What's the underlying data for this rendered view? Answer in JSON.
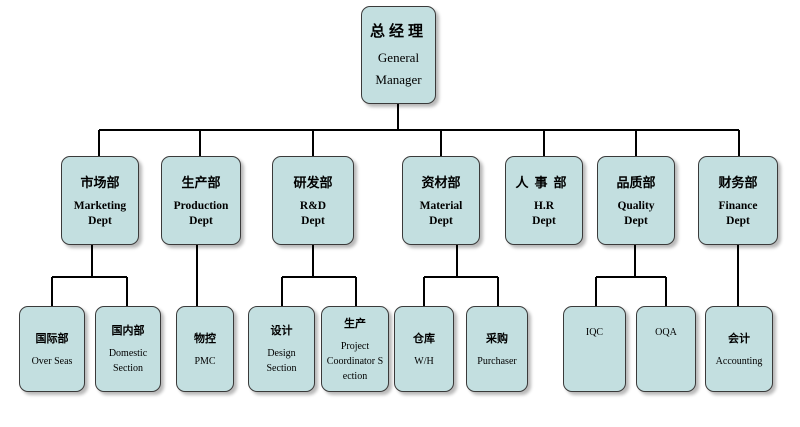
{
  "general_manager": {
    "zh": "总经理",
    "en_line1": "General",
    "en_line2": "Manager"
  },
  "departments": [
    {
      "zh": "市场部",
      "en_line1": "Marketing",
      "en_line2": "Dept"
    },
    {
      "zh": "生产部",
      "en_line1": "Production",
      "en_line2": "Dept"
    },
    {
      "zh": "研发部",
      "en_line1": "R&D",
      "en_line2": "Dept"
    },
    {
      "zh": "资材部",
      "en_line1": "Material",
      "en_line2": "Dept"
    },
    {
      "zh": "人事部",
      "en_line1": "H.R",
      "en_line2": "Dept"
    },
    {
      "zh": "品质部",
      "en_line1": "Quality",
      "en_line2": "Dept"
    },
    {
      "zh": "财务部",
      "en_line1": "Finance",
      "en_line2": "Dept"
    }
  ],
  "sections": [
    {
      "zh": "国际部",
      "en_line1": "Over Seas",
      "en_line2": ""
    },
    {
      "zh": "国内部",
      "en_line1": "Domestic",
      "en_line2": "Section"
    },
    {
      "zh": "物控",
      "en_line1": "PMC",
      "en_line2": ""
    },
    {
      "zh": "设计",
      "en_line1": "Design",
      "en_line2": "Section"
    },
    {
      "zh": "生产",
      "en_line1": "Project",
      "en_line2": "Coordinator Section"
    },
    {
      "zh": "仓库",
      "en_line1": "W/H",
      "en_line2": ""
    },
    {
      "zh": "采购",
      "en_line1": "Purchaser",
      "en_line2": ""
    },
    {
      "zh": "",
      "en_line1": "IQC",
      "en_line2": ""
    },
    {
      "zh": "",
      "en_line1": "OQA",
      "en_line2": ""
    },
    {
      "zh": "会计",
      "en_line1": "Accounting",
      "en_line2": ""
    }
  ]
}
